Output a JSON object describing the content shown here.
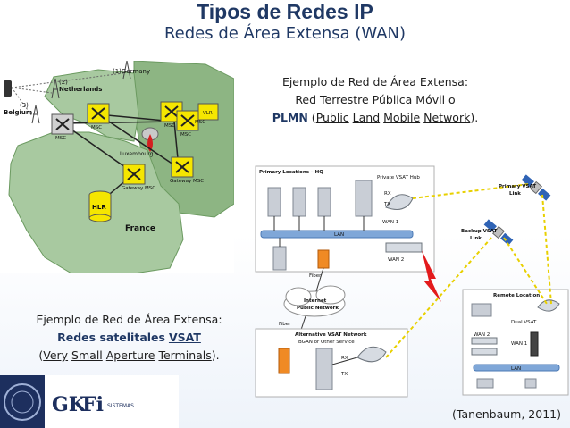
{
  "title": "Tipos de Redes IP",
  "subtitle": "Redes de Área Extensa (WAN)",
  "caption_top": {
    "line1": "Ejemplo de Red de Área Extensa:",
    "line2": "Red Terrestre Pública Móvil o",
    "bold1": "PLMN",
    "open": " (",
    "u1": "Public",
    "s1": " ",
    "u2": "Land",
    "s2": " ",
    "u3": "Mobile",
    "s3": " ",
    "u4": "Network",
    "close": ")."
  },
  "caption_bottom": {
    "line1": "Ejemplo de Red de Área Extensa:",
    "bold_line": "Redes satelitales",
    "bold_acr": "VSAT",
    "open": "(",
    "u1": "Very",
    "s1": " ",
    "u2": "Small",
    "s2": " ",
    "u3": "Aperture",
    "s3": " ",
    "u4": "Terminals",
    "close": ")."
  },
  "citation": "(Tanenbaum, 2011)",
  "map": {
    "country_labels": [
      "(1)Germany",
      "(2)",
      "Netherlands",
      "(3)",
      "Belgium",
      "Luxembourg",
      "France"
    ],
    "node_labels": [
      "MSC",
      "MSC",
      "MSC",
      "MSC",
      "VLR",
      "MSC",
      "Gateway MSC",
      "Gateway MSC",
      "HLR"
    ],
    "colors": {
      "map_fill": "#a8c9a0",
      "germany": "#8db583",
      "node_yellow": "#f5e600",
      "node_grey": "#d0d0d0"
    }
  },
  "satellite": {
    "labels": {
      "primary": "Primary Locations – HQ",
      "private_hub": "Private VSAT Hub",
      "rx1": "RX",
      "tx1": "TX",
      "wan1": "WAN 1",
      "lan1": "LAN",
      "wan2": "WAN 2",
      "fiber1": "Fiber",
      "internet": "Internet",
      "public_net": "Public Network",
      "fiber2": "Fiber",
      "alt_vsat": "Alternative VSAT Network",
      "bgan": "BGAN or Other Service",
      "rx2": "RX",
      "tx2": "TX",
      "primary_link": "Primary VSAT",
      "link1": "Link",
      "backup_link": "Backup VSAT",
      "link2": "Link",
      "remote": "Remote Location",
      "dual_vsat": "Dual VSAT",
      "wan2r": "WAN 2",
      "wan1r": "WAN 1",
      "lan2": "LAN"
    },
    "colors": {
      "lan_bar": "#7fa7d8",
      "firewall": "#f08a24",
      "link_yellow": "#e8d000",
      "bolt": "#e31a1c"
    }
  },
  "logos": {
    "gk": "GK",
    "fi": "Fi",
    "tag": "SISTEMAS"
  }
}
